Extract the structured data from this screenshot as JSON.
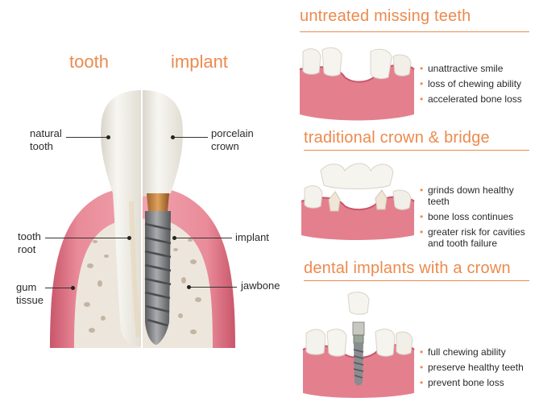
{
  "comparison": {
    "tooth_heading": "tooth",
    "implant_heading": "implant",
    "labels": {
      "natural_tooth": [
        "natural",
        "tooth"
      ],
      "tooth_root": [
        "tooth",
        "root"
      ],
      "gum_tissue": [
        "gum",
        "tissue"
      ],
      "porcelain_crown": [
        "porcelain",
        "crown"
      ],
      "implant": "implant",
      "jawbone": "jawbone"
    }
  },
  "sections": [
    {
      "title": "untreated missing teeth",
      "bullets": [
        "unattractive smile",
        "loss of chewing ability",
        "accelerated bone loss"
      ]
    },
    {
      "title": "traditional crown & bridge",
      "bullets": [
        "grinds down healthy teeth",
        "bone loss continues",
        "greater risk for cavities and tooth failure"
      ]
    },
    {
      "title": "dental implants with a crown",
      "bullets": [
        "full chewing ability",
        "preserve healthy teeth",
        "prevent bone loss"
      ]
    }
  ],
  "colors": {
    "accent": "#ec8a4e",
    "gum": "#e47f8e",
    "gum_dark": "#c9566a",
    "bone": "#ede6dc",
    "tooth": "#f1efe8",
    "metal": "#7d7f82"
  },
  "icons": {
    "bullet": "•"
  }
}
